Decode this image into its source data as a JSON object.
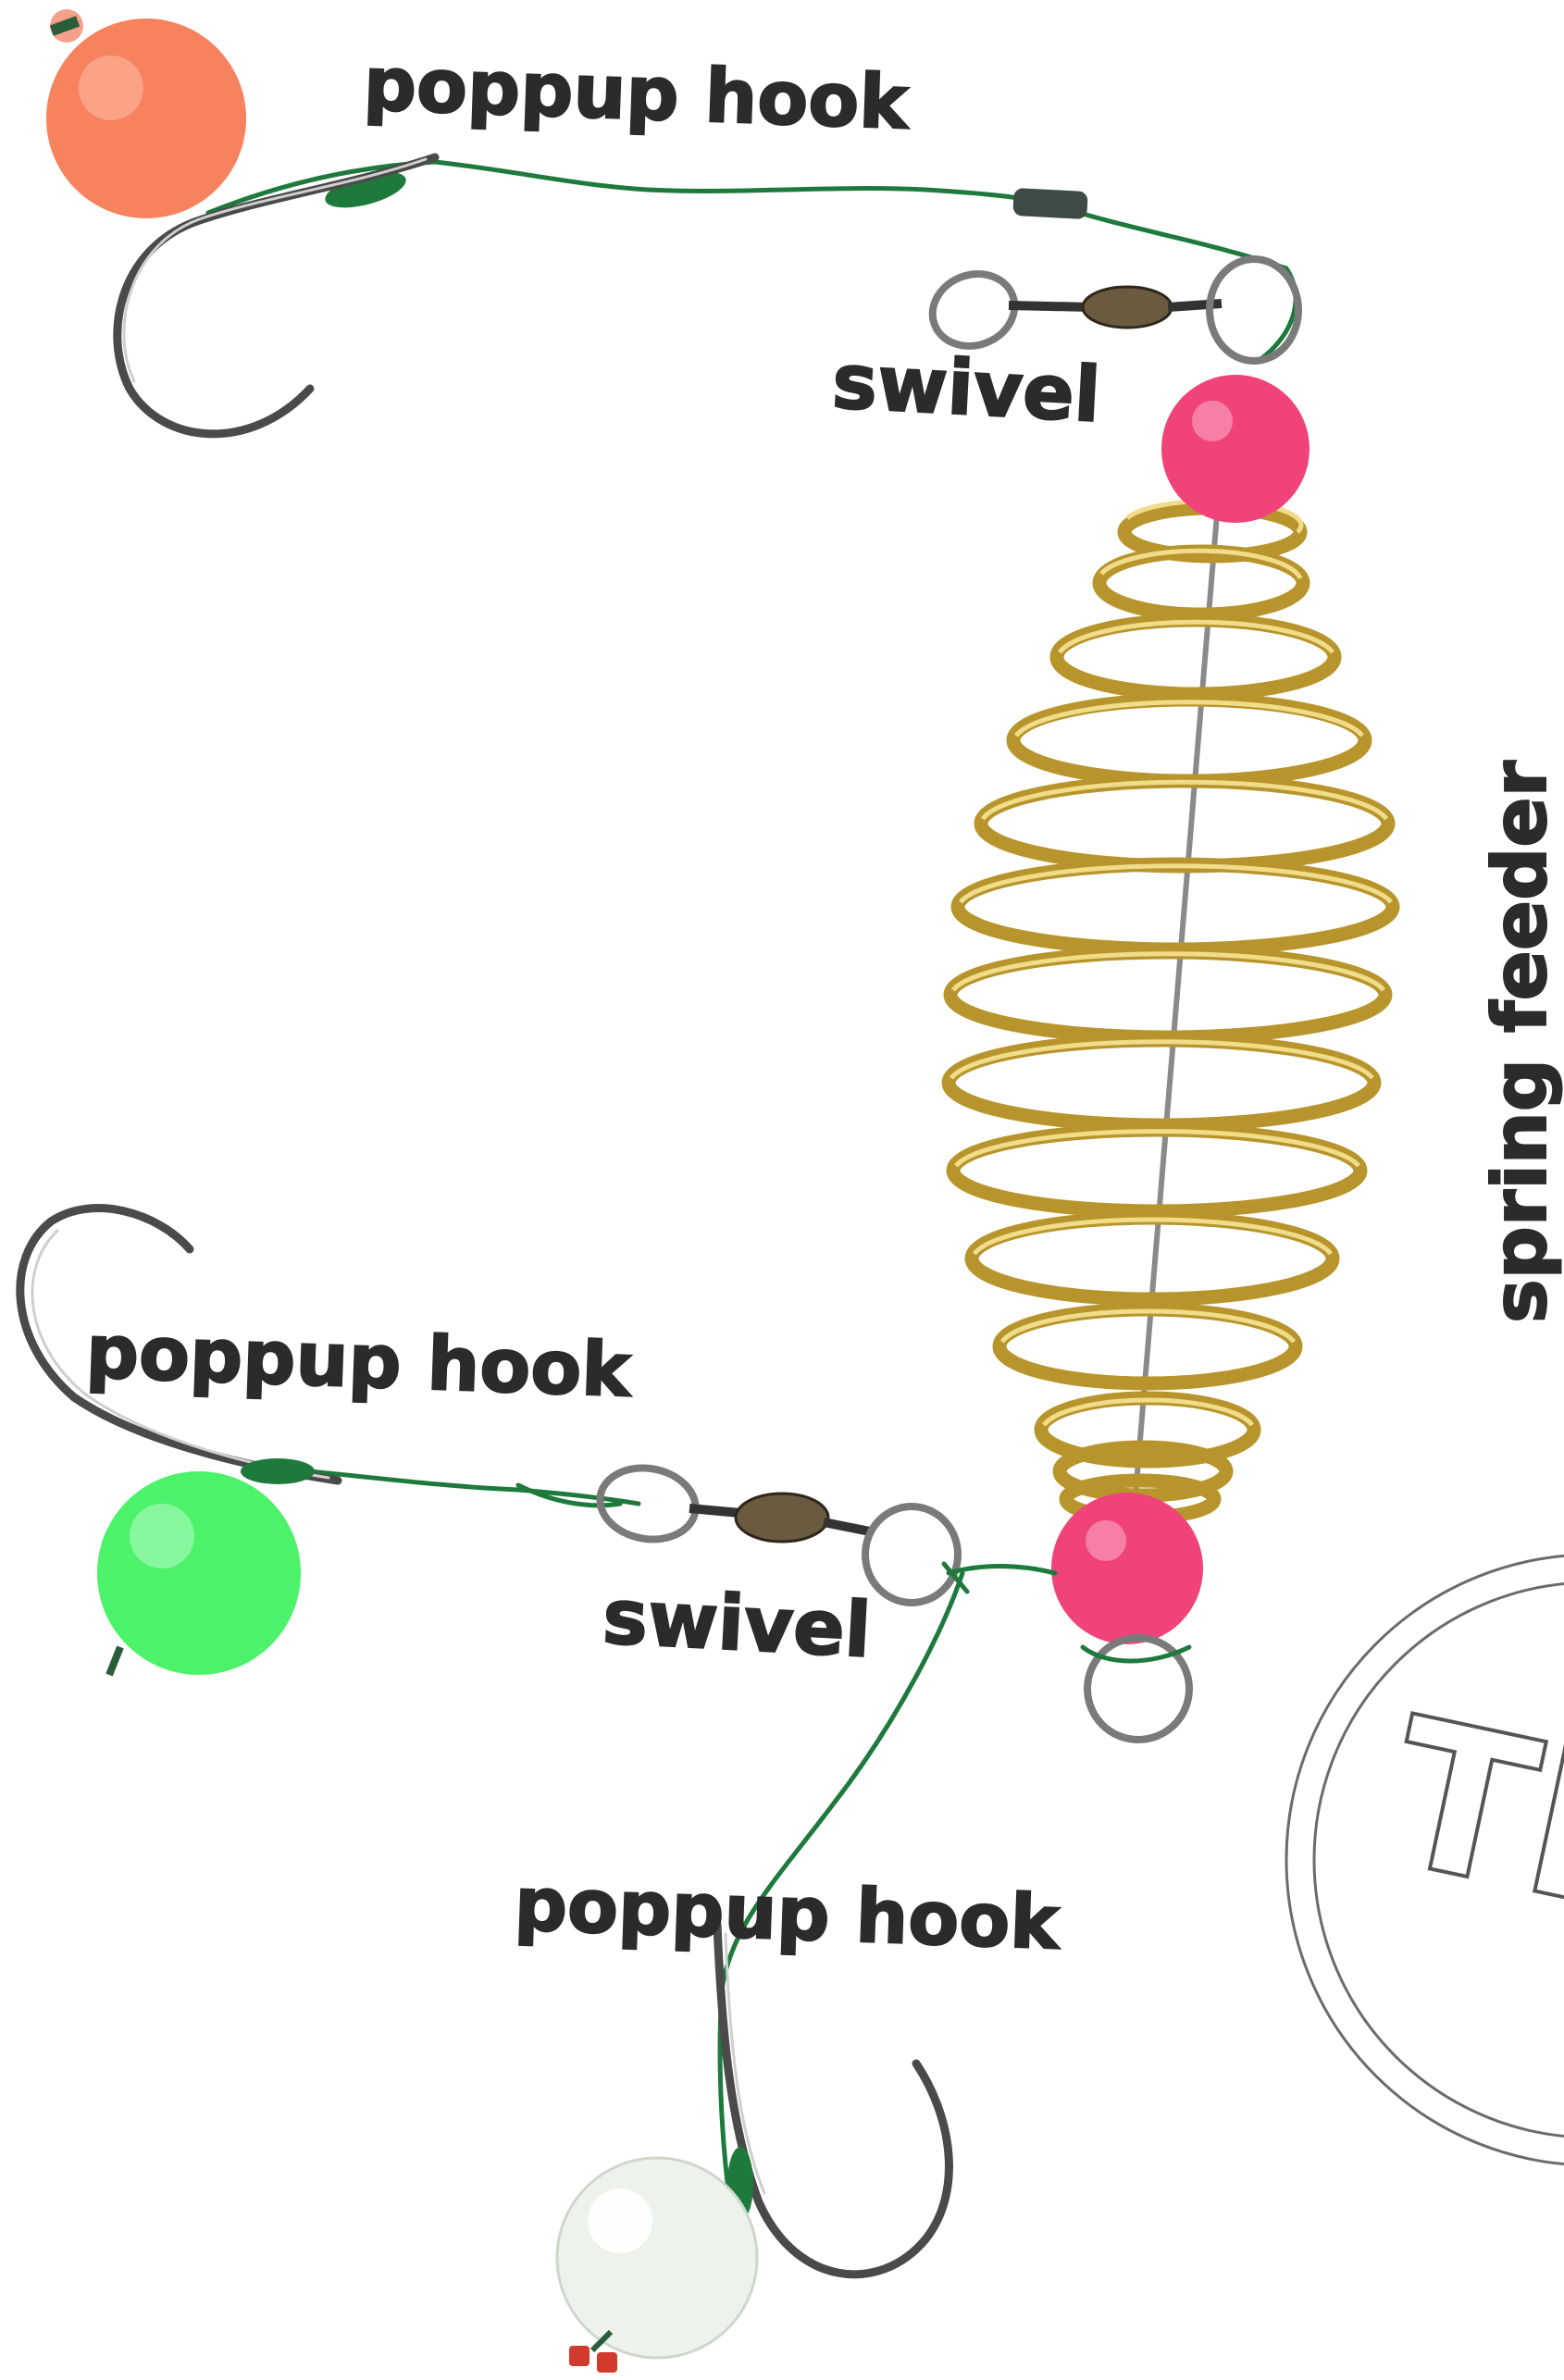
{
  "labels": {
    "hook_top": "poppup hook",
    "swivel_top": "swivel",
    "spring_feeder": "spring feeder",
    "hook_middle": "poppup hook",
    "swivel_bottom": "swivel",
    "hook_bottom": "poppup hook"
  },
  "watermark": {
    "text": "TR"
  },
  "colors": {
    "line": "#1e7a3c",
    "spring": "#b8952c",
    "bead_pink": "#f0437a",
    "popup_orange": "#f7825e",
    "popup_green": "#4cf26a",
    "popup_white": "#eef2ec"
  }
}
